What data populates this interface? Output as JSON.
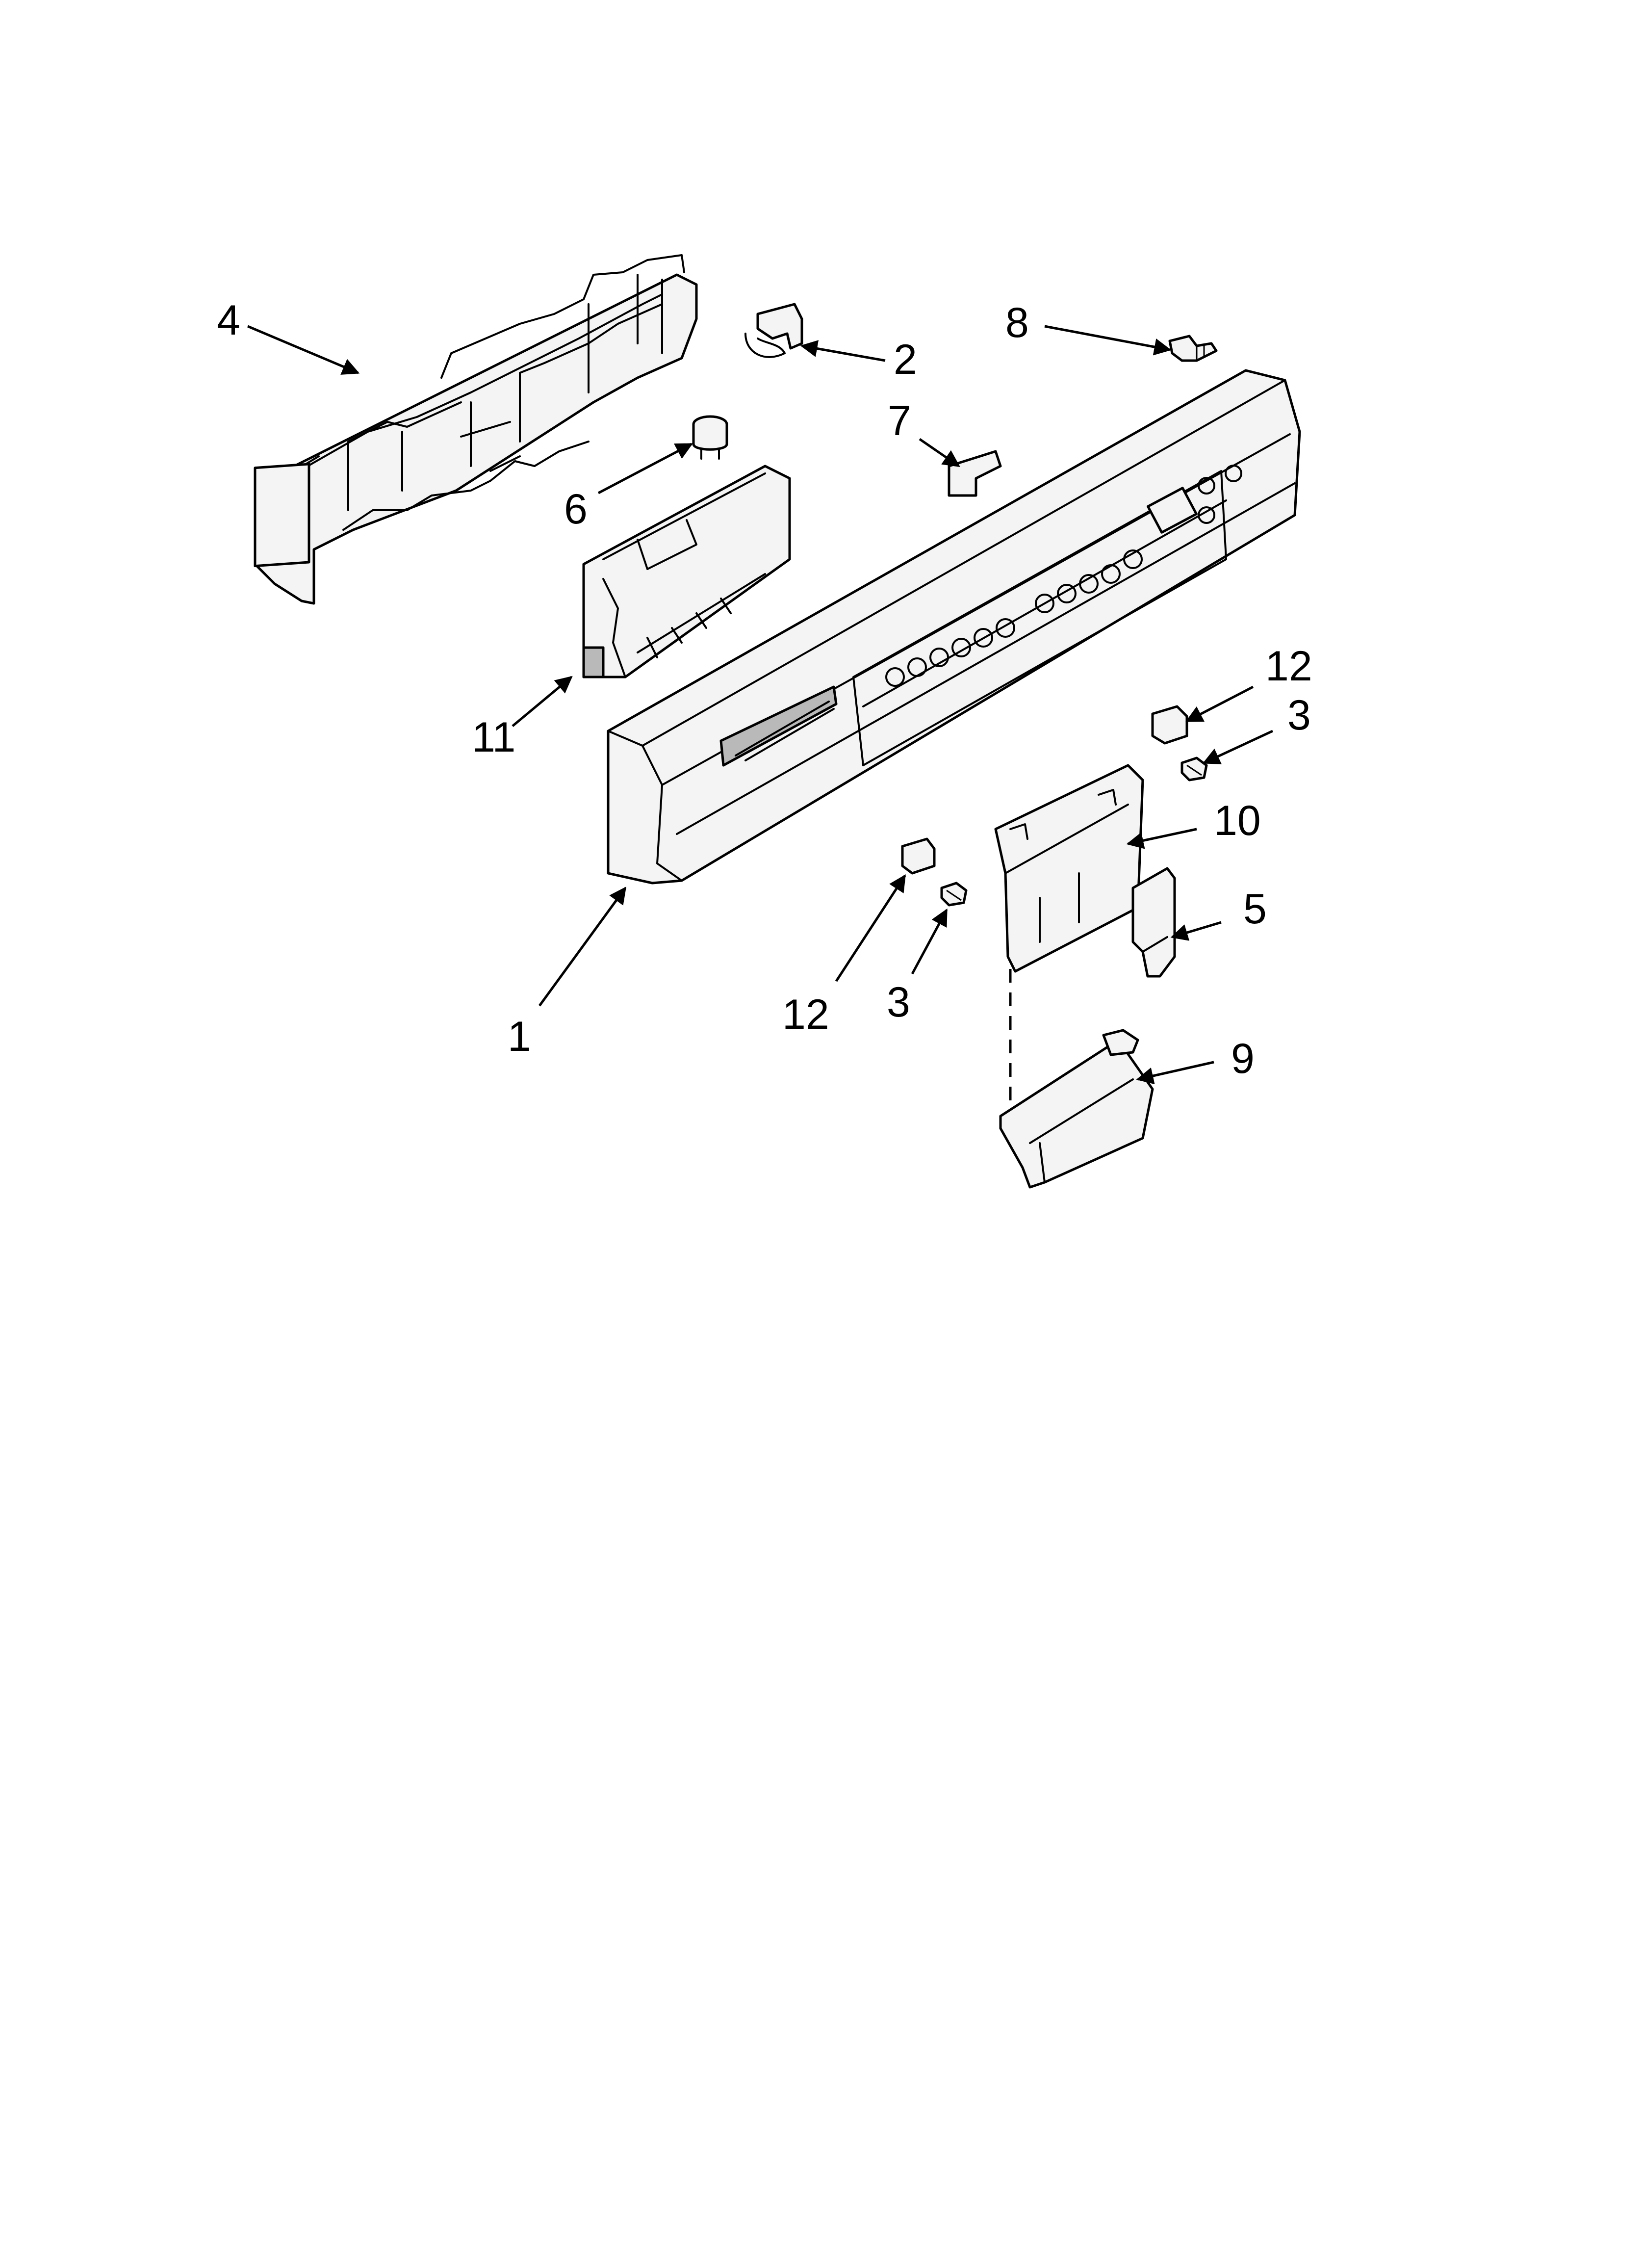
{
  "callouts": {
    "c1": "1",
    "c2": "2",
    "c3a": "3",
    "c3b": "3",
    "c4": "4",
    "c5": "5",
    "c6": "6",
    "c7": "7",
    "c8": "8",
    "c9": "9",
    "c10": "10",
    "c11": "11",
    "c12a": "12",
    "c12b": "12"
  }
}
